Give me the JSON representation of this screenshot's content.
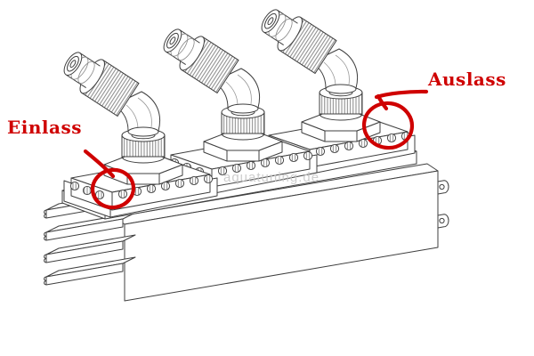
{
  "figure": {
    "watermark": "aquatuning.de",
    "labels": {
      "inlet": "Einlass",
      "outlet": "Auslass"
    },
    "annotation_color": "#cf0000",
    "line_color": "#3f3f3f"
  }
}
